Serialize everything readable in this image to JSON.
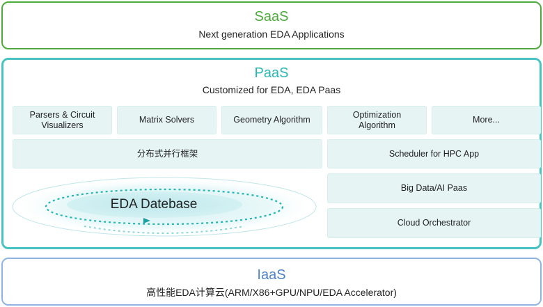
{
  "saas": {
    "title": "SaaS",
    "subtitle": "Next generation EDA Applications"
  },
  "paas": {
    "title": "PaaS",
    "subtitle": "Customized for EDA, EDA Paas",
    "modules": [
      "Parsers & Circuit\nVisualizers",
      "Matrix Solvers",
      "Geometry Algorithm",
      "Optimization\nAlgorithm",
      "More..."
    ],
    "framework": "分布式并行框架",
    "services": [
      "Scheduler for HPC App",
      "Big Data/AI Paas",
      "Cloud Orchestrator"
    ],
    "database": "EDA Datebase"
  },
  "iaas": {
    "title": "IaaS",
    "subtitle": "高性能EDA计算云(ARM/X86+GPU/NPU/EDA Accelerator)"
  },
  "colors": {
    "saas": "#4daa3c",
    "paas": "#2bb7b3",
    "iaas": "#4f82cc",
    "box_fill": "#e6f5f4"
  }
}
